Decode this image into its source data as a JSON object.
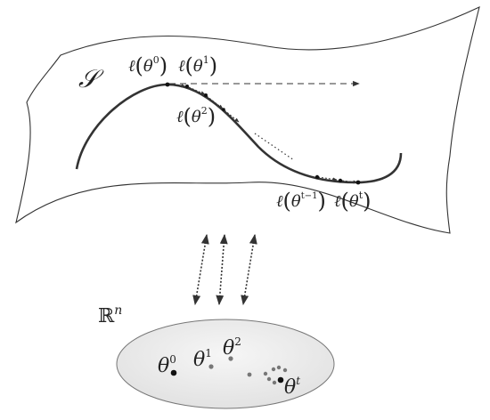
{
  "manifold": {
    "symbol": "𝒮"
  },
  "space": {
    "symbol": "ℝ",
    "exponent": "n"
  },
  "curve_labels": [
    {
      "fn": "ℓ",
      "var": "θ",
      "sup": "0"
    },
    {
      "fn": "ℓ",
      "var": "θ",
      "sup": "1"
    },
    {
      "fn": "ℓ",
      "var": "θ",
      "sup": "2"
    },
    {
      "fn": "ℓ",
      "var": "θ",
      "sup": "t−1"
    },
    {
      "fn": "ℓ",
      "var": "θ",
      "sup": "t"
    }
  ],
  "param_labels": [
    {
      "var": "θ",
      "sup": "0"
    },
    {
      "var": "θ",
      "sup": "1"
    },
    {
      "var": "θ",
      "sup": "2"
    },
    {
      "var": "θ",
      "sup": "t"
    }
  ],
  "colors": {
    "stroke": "#333333",
    "ellipse_fill": "#ececec",
    "dot_dark": "#111111",
    "dot_gray": "#777777"
  }
}
